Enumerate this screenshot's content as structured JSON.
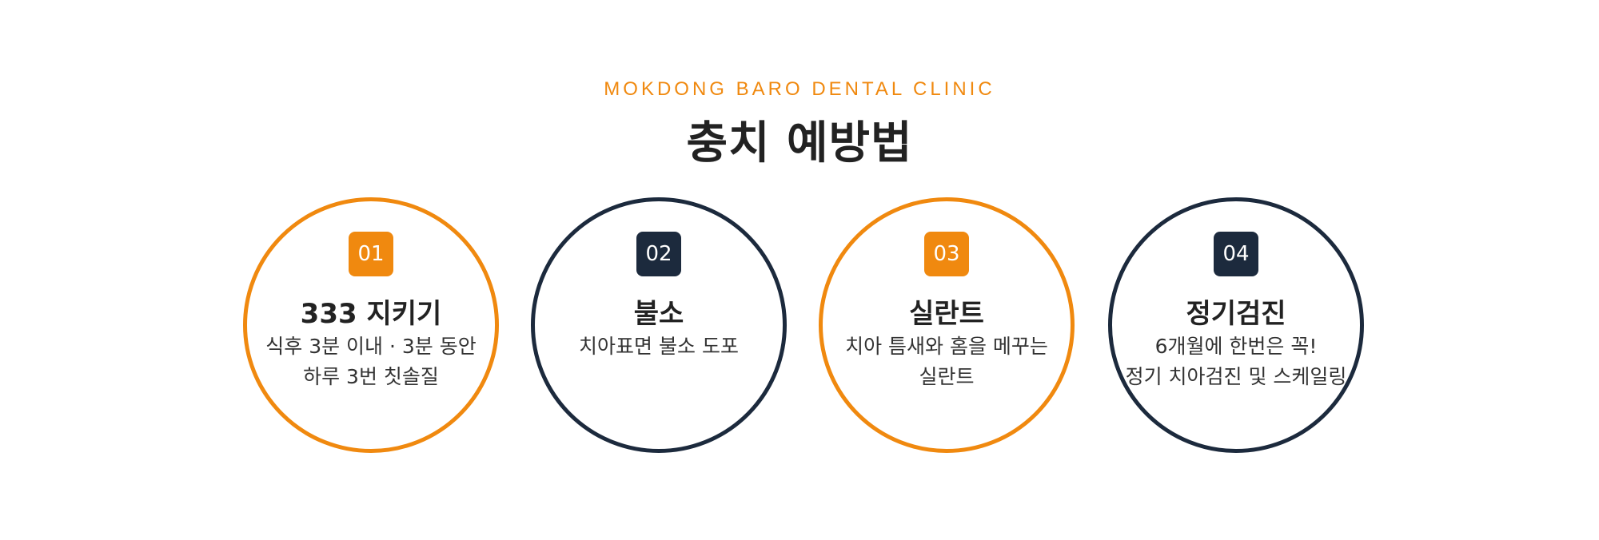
{
  "header": {
    "subtitle": "MOKDONG BARO DENTAL CLINIC",
    "title": "충치 예방법"
  },
  "colors": {
    "accent": "#f0890f",
    "navy": "#1c2a3d"
  },
  "steps": [
    {
      "number": "01",
      "title": "333 지키기",
      "lines": [
        "식후 3분 이내 · 3분 동안",
        "하루 3번 칫솔질"
      ],
      "color": "orange"
    },
    {
      "number": "02",
      "title": "불소",
      "lines": [
        "치아표면 불소 도포"
      ],
      "color": "navy"
    },
    {
      "number": "03",
      "title": "실란트",
      "lines": [
        "치아 틈새와 홈을 메꾸는",
        "실란트"
      ],
      "color": "orange"
    },
    {
      "number": "04",
      "title": "정기검진",
      "lines": [
        "6개월에 한번은 꼭!",
        "정기 치아검진 및 스케일링"
      ],
      "color": "navy"
    }
  ]
}
